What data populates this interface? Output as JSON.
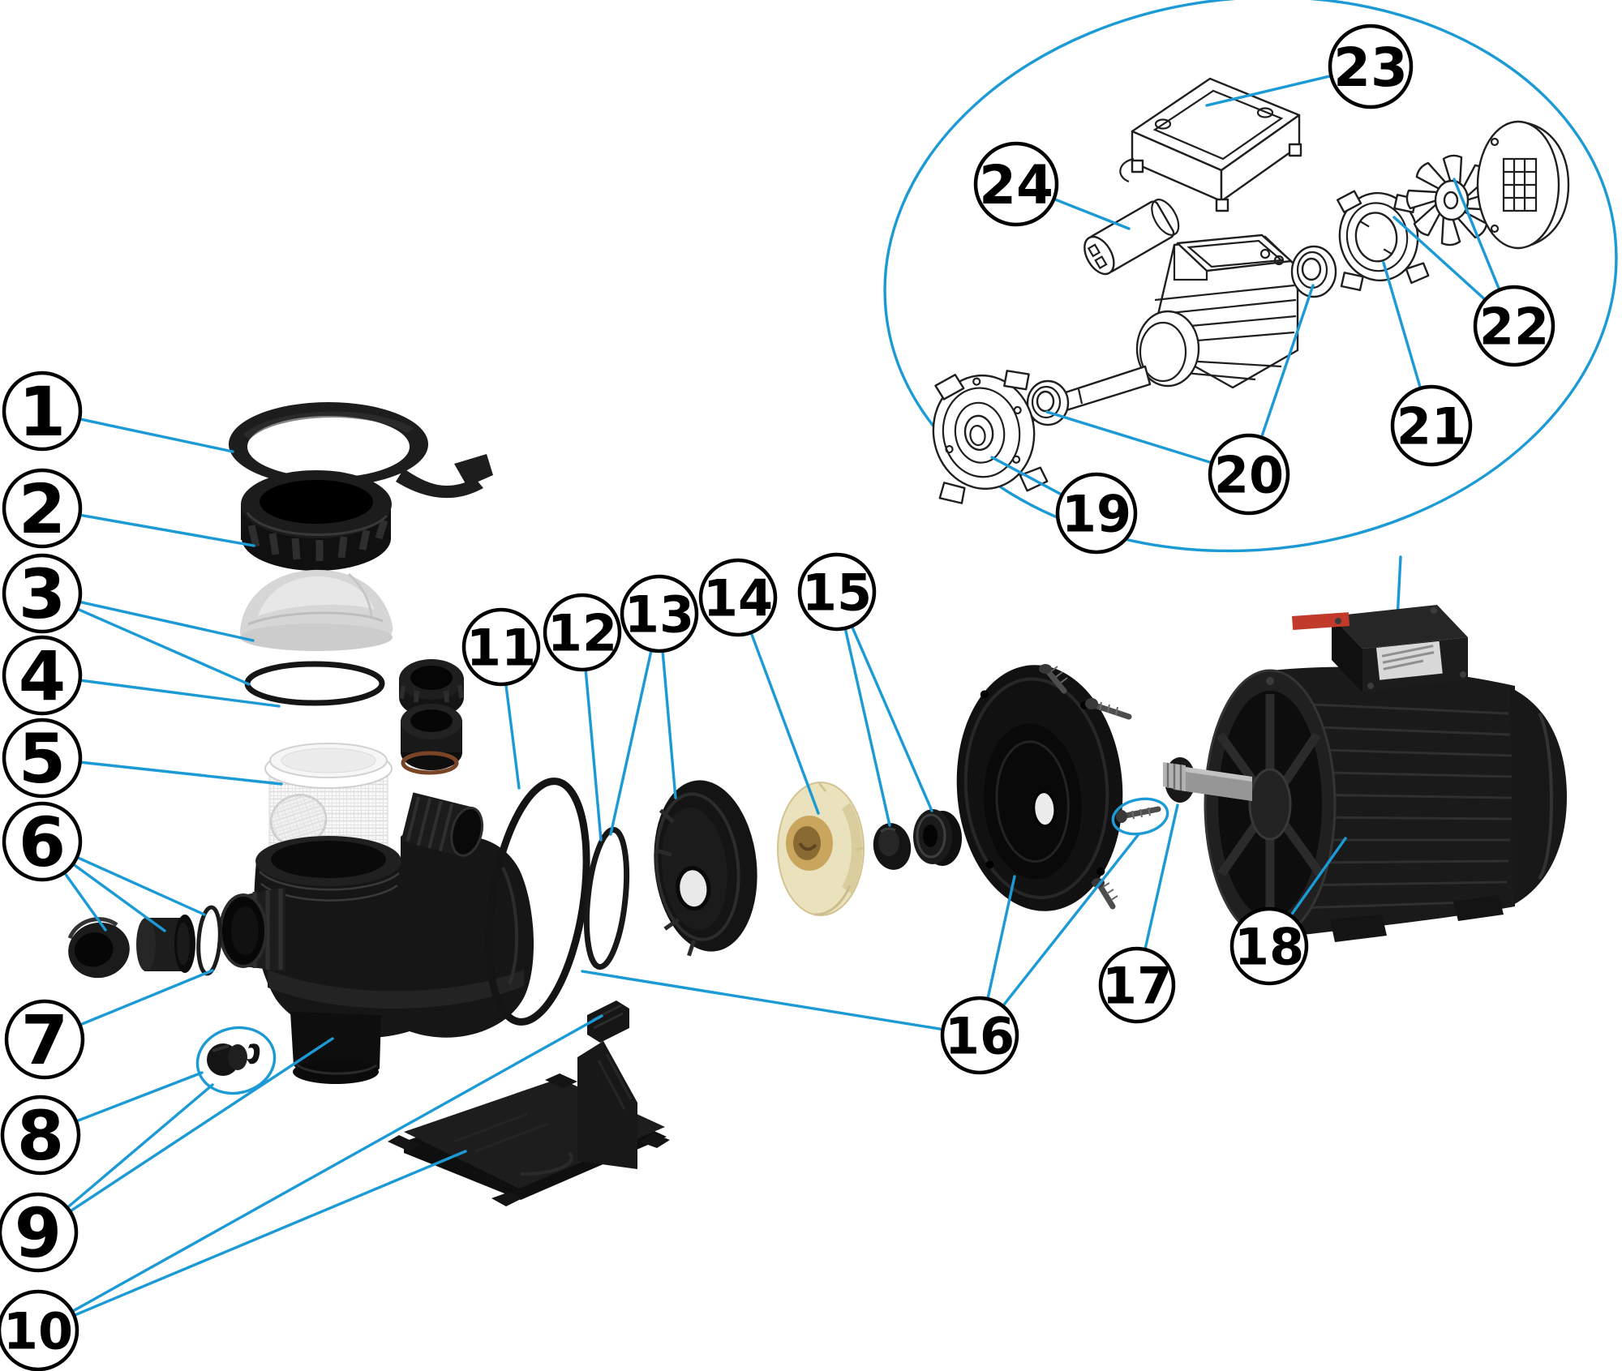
{
  "figure": {
    "type": "exploded-parts-diagram",
    "subject": "swimming-pool pump with strainer and motor",
    "background": "#ffffff"
  },
  "colors": {
    "leader_blue": "#1b9ad6",
    "part_black": "#171717",
    "impeller_body": "#eae1bd",
    "impeller_hub": "#c9a55e",
    "motor_label_red": "#c23b2a",
    "lid_clear": "#d9d9d9"
  },
  "callouts": [
    {
      "number": "1"
    },
    {
      "number": "2"
    },
    {
      "number": "3"
    },
    {
      "number": "4"
    },
    {
      "number": "5"
    },
    {
      "number": "6"
    },
    {
      "number": "7"
    },
    {
      "number": "8"
    },
    {
      "number": "9"
    },
    {
      "number": "10"
    },
    {
      "number": "11"
    },
    {
      "number": "12"
    },
    {
      "number": "13"
    },
    {
      "number": "14"
    },
    {
      "number": "15"
    },
    {
      "number": "16"
    },
    {
      "number": "17"
    },
    {
      "number": "18"
    },
    {
      "number": "19"
    },
    {
      "number": "20"
    },
    {
      "number": "21"
    },
    {
      "number": "22"
    },
    {
      "number": "23"
    },
    {
      "number": "24"
    }
  ]
}
